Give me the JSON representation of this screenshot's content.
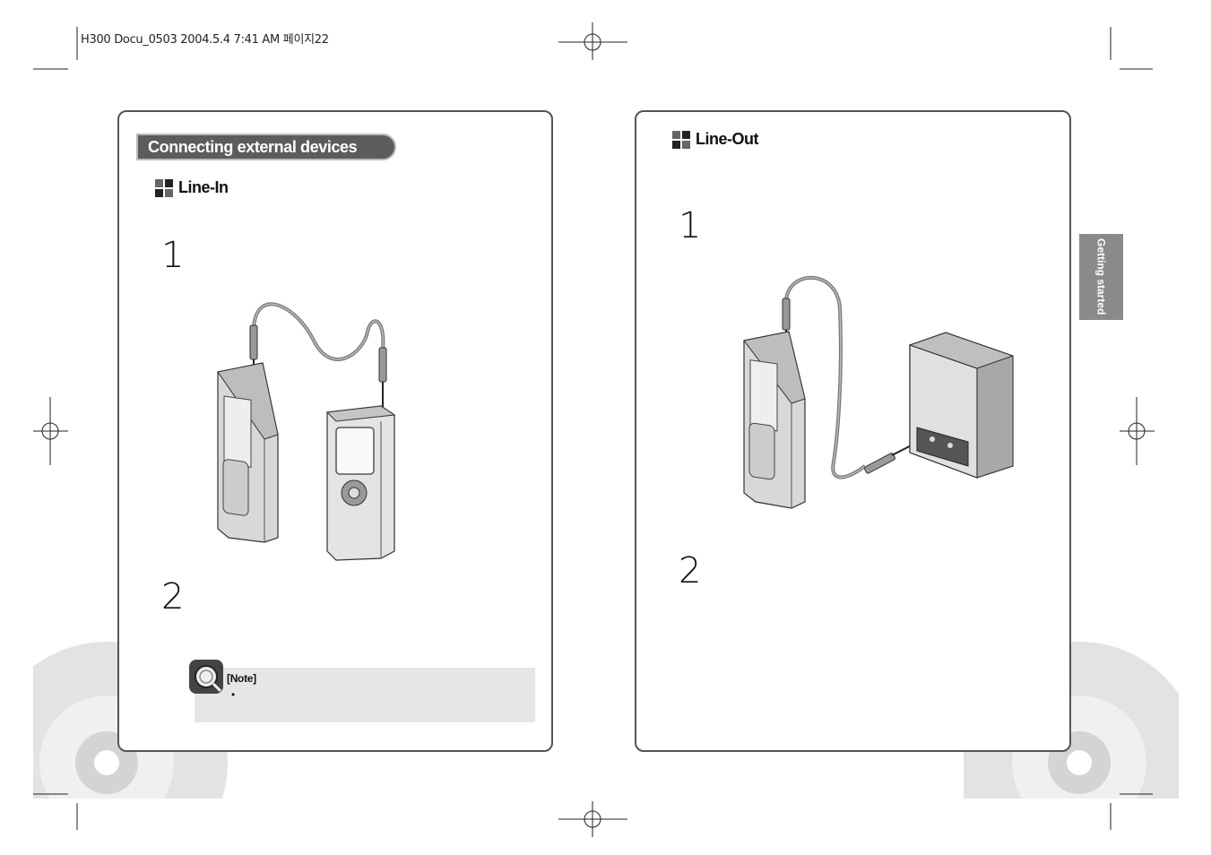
{
  "print_header": "H300 Docu_0503  2004.5.4 7:41 AM 페이지22",
  "left_page": {
    "section_title": "Connecting external devices",
    "subsection_title": "Line-In",
    "steps": [
      "1",
      "2"
    ],
    "note": {
      "label": "[Note]",
      "bullet": "•"
    }
  },
  "right_page": {
    "subsection_title": "Line-Out",
    "steps": [
      "1",
      "2"
    ],
    "side_tab": "Getting started"
  },
  "icons": {
    "subsection_marker": "quad-square-icon",
    "note_marker": "magnifier-note-icon"
  },
  "colors": {
    "banner": "#5c5c5c",
    "note_bg": "#e6e6e6",
    "side_tab": "#8a8a8a",
    "disc_decor": "#e3e3e3"
  }
}
